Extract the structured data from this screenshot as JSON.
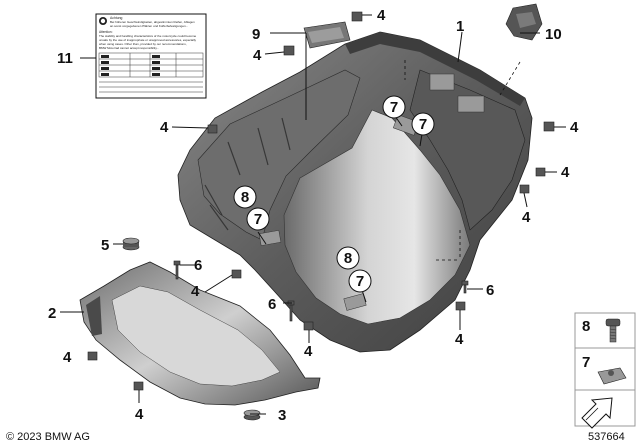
{
  "callouts": {
    "c1": "1",
    "c2": "2",
    "c3": "3",
    "c4": "4",
    "c5": "5",
    "c6": "6",
    "c7": "7",
    "c8": "8",
    "c9": "9",
    "c10": "10",
    "c11": "11"
  },
  "legend": {
    "item_a": "8",
    "item_b": "7"
  },
  "label_card": {
    "lines": [
      "Achtung",
      "Bei höheren Geschwindigkeiten, abgestimmten Reifen, Ablagen",
      "an sonst vorgegebenen Plätzen und Kofferbefestigungen...",
      "Attention:",
      "The stability and handling characteristics of the motorcycle could become",
      "unsafe by the use of inappropriate or unapproved accessories, especially",
      "when using cases. Other than, provided by our recommendations,",
      "BMW Motorrad cannot accept responsibility..."
    ]
  },
  "footer": {
    "copyright": "© 2023 BMW AG",
    "diagram_id": "537664"
  },
  "colors": {
    "part_dark": "#4e4e4e",
    "part_mid": "#7c7c7c",
    "part_light": "#bcbcbc",
    "line": "#111111"
  }
}
